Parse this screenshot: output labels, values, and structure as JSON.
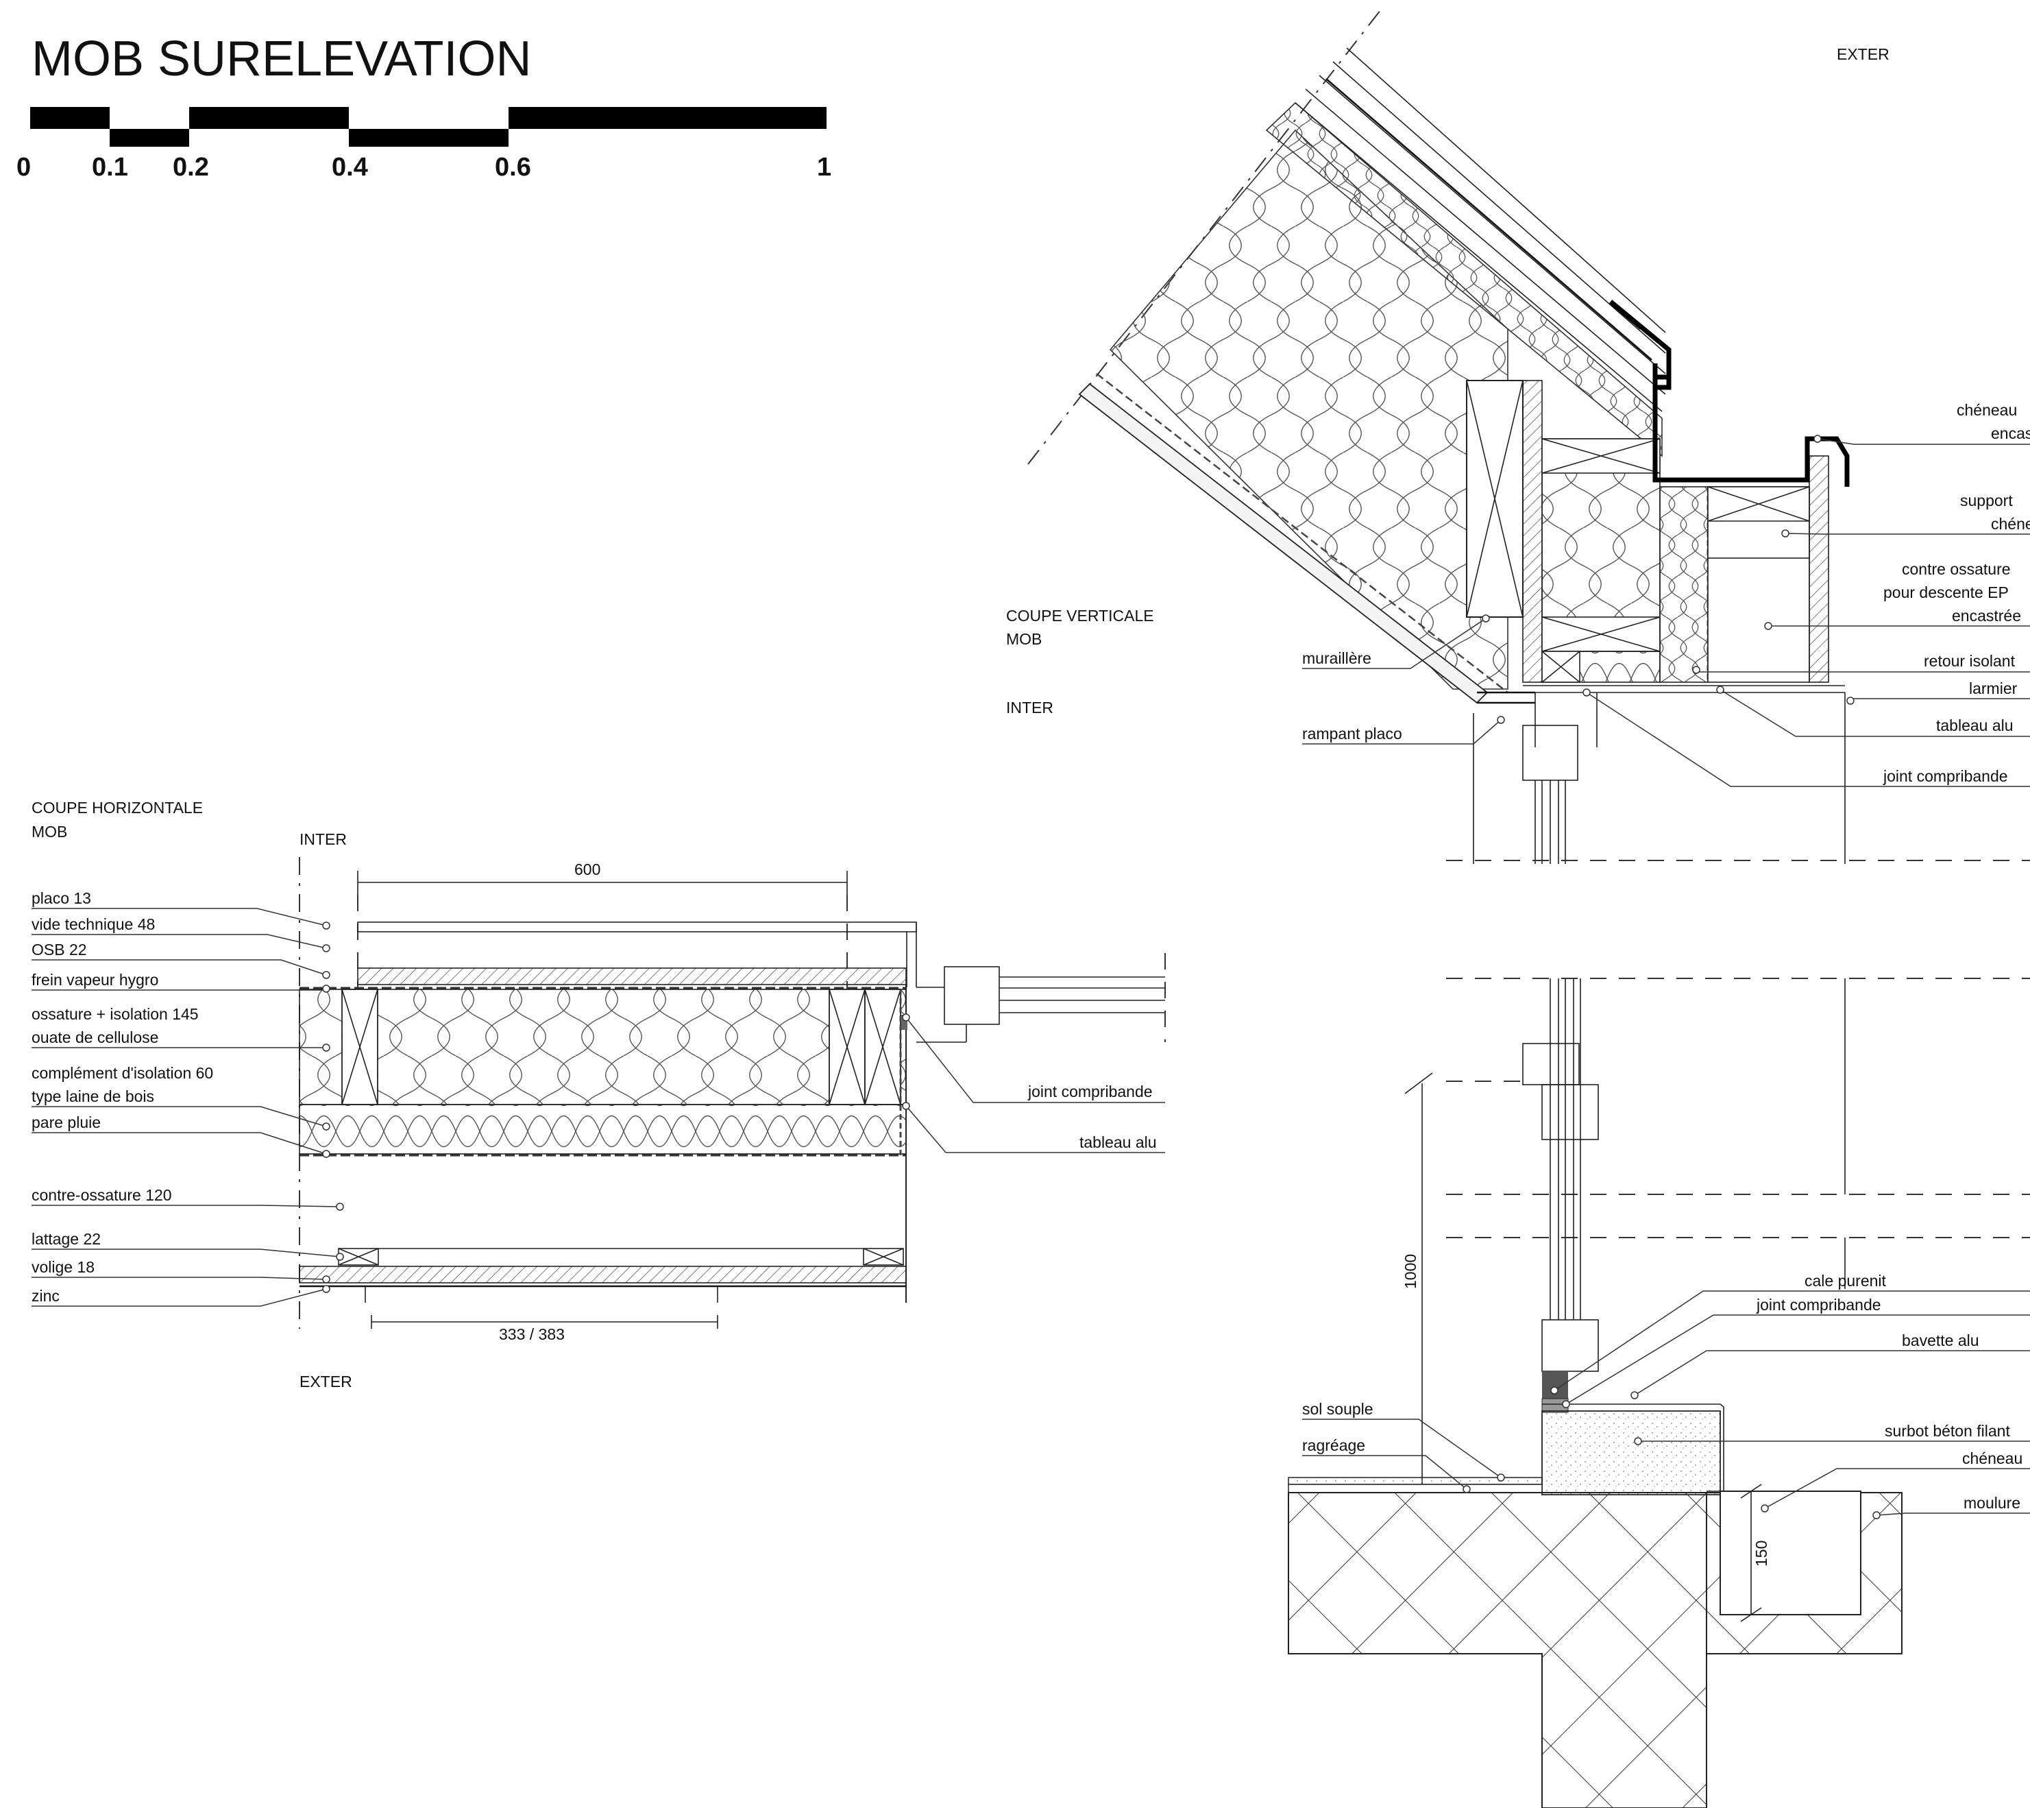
{
  "title": "MOB SURELEVATION",
  "scale_bar": {
    "ticks": [
      "0",
      "0.1",
      "0.2",
      "0.4",
      "0.6",
      "1"
    ]
  },
  "horizontal_section": {
    "heading_1": "COUPE HORIZONTALE",
    "heading_2": "MOB",
    "inter": "INTER",
    "exter": "EXTER",
    "dim_600": "600",
    "dim_333": "333 / 383",
    "left_labels": [
      "placo 13",
      "vide technique 48",
      "OSB 22",
      "frein vapeur hygro",
      "ossature + isolation 145",
      "ouate de cellulose",
      "complément d'isolation 60",
      "type laine de bois",
      "pare pluie",
      "contre-ossature 120",
      "lattage 22",
      "volige 18",
      "zinc"
    ],
    "right_labels": [
      "joint compribande",
      "tableau alu"
    ]
  },
  "vertical_section": {
    "heading_1": "COUPE VERTICALE",
    "heading_2": "MOB",
    "inter": "INTER",
    "exter": "EXTER",
    "left_labels": [
      "muraillère",
      "rampant placo"
    ],
    "right_labels": [
      "chéneau",
      "encastré",
      "support",
      "chéneau",
      "contre ossature",
      "pour descente EP",
      "encastrée",
      "retour isolant",
      "larmier",
      "tableau alu",
      "joint compribande"
    ]
  },
  "base_section": {
    "dim_1000": "1000",
    "dim_150": "150",
    "left_labels": [
      "sol souple",
      "ragréage"
    ],
    "right_labels": [
      "cale purenit",
      "joint compribande",
      "bavette alu",
      "surbot béton filant",
      "chéneau",
      "moulure"
    ]
  }
}
